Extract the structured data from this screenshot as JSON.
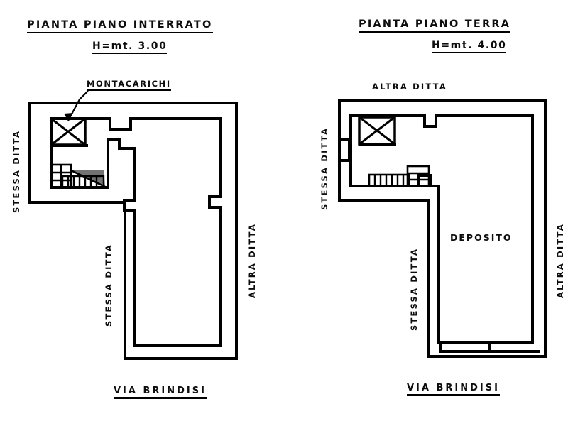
{
  "drawing": {
    "sheet_background": "#ffffff",
    "ink_color": "#000000",
    "style": "hand-lettered architectural floor plan"
  },
  "plans": [
    {
      "id": "basement",
      "title": "PIANTA PIANO INTERRATO",
      "subtitle": "H=mt. 3.00",
      "street_label": "VIA BRINDISI",
      "callout": {
        "label": "MONTACARICHI",
        "target": "freight-elevator-shaft"
      },
      "room_label": "",
      "edge_labels": {
        "left": "STESSA DITTA",
        "inner_left": "STESSA DITTA",
        "right": "ALTRA DITTA",
        "top": ""
      },
      "features": [
        "freight-elevator-shaft",
        "staircase",
        "wall-recess"
      ]
    },
    {
      "id": "ground",
      "title": "PIANTA  PIANO TERRA",
      "subtitle": "H=mt. 4.00",
      "street_label": "VIA BRINDISI",
      "callout": null,
      "room_label": "DEPOSITO",
      "edge_labels": {
        "left": "STESSA DITTA",
        "inner_left": "STESSA DITTA",
        "right": "ALTRA DITTA",
        "top": "ALTRA DITTA"
      },
      "features": [
        "freight-elevator-shaft",
        "staircase",
        "entrance-opening"
      ]
    }
  ]
}
